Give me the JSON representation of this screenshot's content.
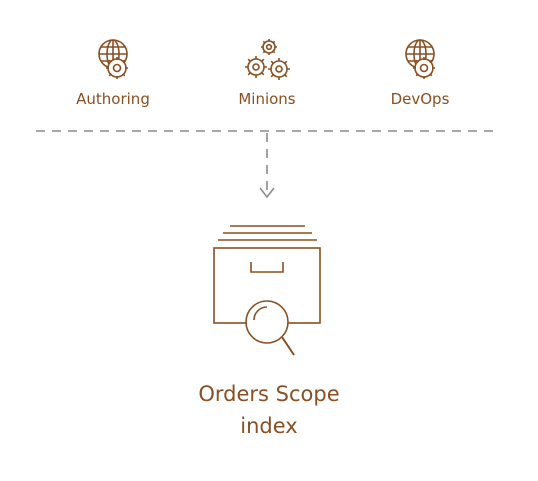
{
  "sources": [
    {
      "label": "Authoring",
      "icon": "globe-gear-icon"
    },
    {
      "label": "Minions",
      "icon": "gears-icon"
    },
    {
      "label": "DevOps",
      "icon": "globe-gear-icon"
    }
  ],
  "target": {
    "line1": "Orders Scope",
    "line2": "index",
    "icon": "index-search-icon"
  },
  "colors": {
    "accent": "#8a4f22",
    "connector": "#8c8c8c"
  }
}
